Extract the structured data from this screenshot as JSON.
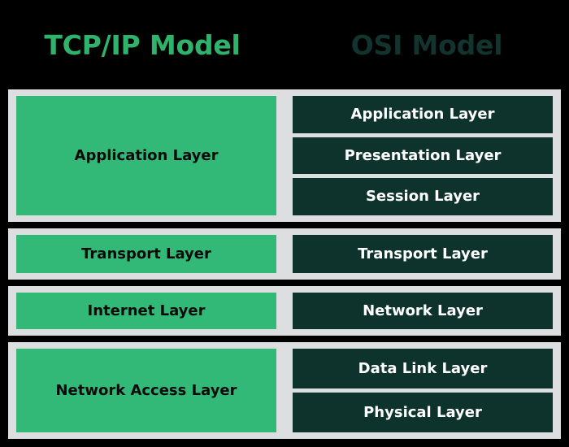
{
  "diagram": {
    "title_left": "TCP/IP Model",
    "title_right": "OSI Model",
    "colors": {
      "background": "#000000",
      "band": "#DDDEE0",
      "tcp_box": "#32B877",
      "osi_box": "#0D332C",
      "title_left_color": "#2FB26B",
      "title_right_color": "#13332E",
      "tcp_text": "#0A0A0A",
      "osi_text": "#FFFFFF"
    },
    "rows": [
      {
        "tcp": [
          "Application Layer"
        ],
        "osi": [
          "Application Layer",
          "Presentation Layer",
          "Session Layer"
        ]
      },
      {
        "tcp": [
          "Transport Layer"
        ],
        "osi": [
          "Transport Layer"
        ]
      },
      {
        "tcp": [
          "Internet Layer"
        ],
        "osi": [
          "Network Layer"
        ]
      },
      {
        "tcp": [
          "Network Access Layer"
        ],
        "osi": [
          "Data Link Layer",
          "Physical Layer"
        ]
      }
    ]
  }
}
